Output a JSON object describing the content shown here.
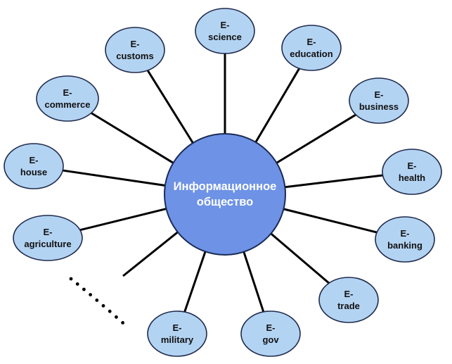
{
  "center": {
    "line1": "Информационное",
    "line2": "общество"
  },
  "nodes": [
    {
      "id": "science",
      "line1": "E-",
      "line2": "science"
    },
    {
      "id": "education",
      "line1": "E-",
      "line2": "education"
    },
    {
      "id": "business",
      "line1": "E-",
      "line2": "business"
    },
    {
      "id": "health",
      "line1": "E-",
      "line2": "health"
    },
    {
      "id": "banking",
      "line1": "E-",
      "line2": "banking"
    },
    {
      "id": "trade",
      "line1": "E-",
      "line2": "trade"
    },
    {
      "id": "gov",
      "line1": "E-",
      "line2": "gov"
    },
    {
      "id": "military",
      "line1": "E-",
      "line2": "military"
    },
    {
      "id": "agriculture",
      "line1": "E-",
      "line2": "agriculture"
    },
    {
      "id": "house",
      "line1": "E-",
      "line2": "house"
    },
    {
      "id": "commerce",
      "line1": "E-",
      "line2": "commerce"
    },
    {
      "id": "customs",
      "line1": "E-",
      "line2": "customs"
    }
  ],
  "colors": {
    "hub_fill": "#6d92e6",
    "node_fill": "#b3d3f2",
    "line": "#000000"
  }
}
